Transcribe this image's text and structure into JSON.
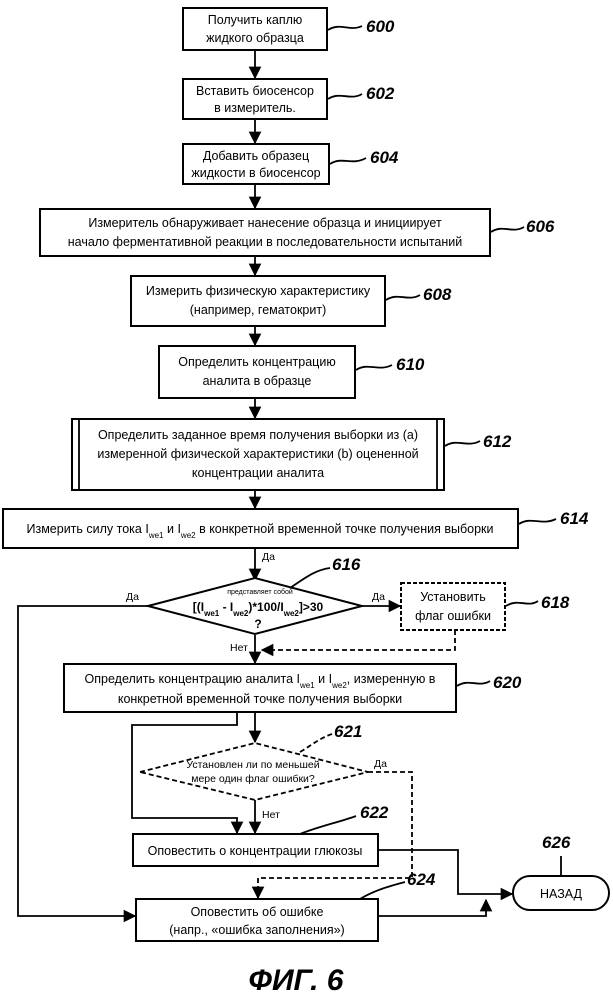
{
  "steps": {
    "s600": {
      "line1": "Получить каплю",
      "line2": "жидкого образца",
      "ref": "600"
    },
    "s602": {
      "line1": "Вставить биосенсор",
      "line2": "в измеритель.",
      "ref": "602"
    },
    "s604": {
      "line1": "Добавить образец",
      "line2": "жидкости в биосенсор",
      "ref": "604"
    },
    "s606": {
      "line1": "Измеритель обнаруживает нанесение образца и инициирует",
      "line2": "начало ферментативной реакции в последовательности испытаний",
      "ref": "606"
    },
    "s608": {
      "line1": "Измерить физическую характеристику",
      "line2": "(например, гематокрит)",
      "ref": "608"
    },
    "s610": {
      "line1": "Определить концентрацию",
      "line2": "аналита в образце",
      "ref": "610"
    },
    "s612": {
      "line1": "Определить заданное время получения выборки из (a)",
      "line2": "измеренной физической характеристики (b) оцененной",
      "line3": "концентрации аналита",
      "ref": "612"
    },
    "s614": {
      "pre": "Измерить силу тока I",
      "sub1": "we1",
      "mid": " и I",
      "sub2": "we2",
      "post": " в конкретной временной точке получения выборки",
      "ref": "614"
    },
    "s616": {
      "top": "представляет собой",
      "formula": "[(I",
      "f_sub1": "we1",
      "f_mid": " - I",
      "f_sub2": "we2",
      "f_post": ")*100/I",
      "f_sub3": "we2",
      "f_end": "]>30",
      "q": "?",
      "ref": "616"
    },
    "s618": {
      "line1": "Установить",
      "line2": "флаг ошибки",
      "ref": "618"
    },
    "s620": {
      "pre": "Определить концентрацию аналита I",
      "sub1": "we1",
      "mid": " и I",
      "sub2": "we2",
      "post": ", измеренную в",
      "line2": "конкретной временной точке получения выборки",
      "ref": "620"
    },
    "s621": {
      "line1": "Установлен ли по меньшей",
      "line2": "мере один флаг ошибки?",
      "ref": "621"
    },
    "s622": {
      "line1": "Оповестить о концентрации глюкозы",
      "ref": "622"
    },
    "s624": {
      "line1": "Оповестить об ошибке",
      "line2": "(напр., «ошибка заполнения»)",
      "ref": "624"
    },
    "s626": {
      "label": "НАЗАД",
      "ref": "626"
    }
  },
  "labels": {
    "yes": "Да",
    "no": "Нет"
  },
  "figure_caption": "ФИГ. 6"
}
